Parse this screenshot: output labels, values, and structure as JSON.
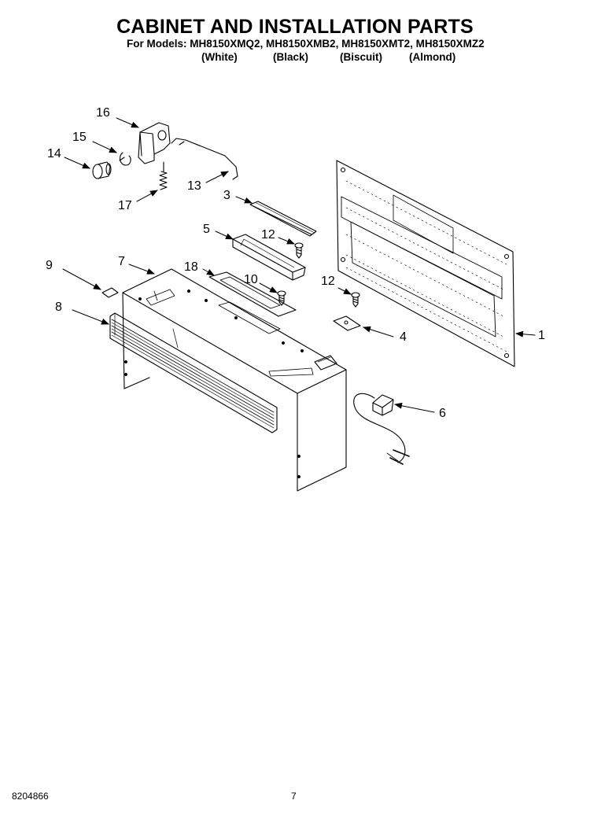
{
  "header": {
    "title": "CABINET AND INSTALLATION PARTS",
    "models_prefix": "For Models: MH8150XMQ2, MH8150XMB2, MH8150XMT2, MH8150XMZ2",
    "colors": [
      "(White)",
      "(Black)",
      "(Biscuit)",
      "(Almond)"
    ]
  },
  "callouts": [
    "16",
    "15",
    "14",
    "13",
    "17",
    "3",
    "5",
    "12",
    "12",
    "9",
    "7",
    "18",
    "10",
    "8",
    "4",
    "1",
    "6"
  ],
  "footer": {
    "doc_number": "8204866",
    "page_number": "7"
  }
}
